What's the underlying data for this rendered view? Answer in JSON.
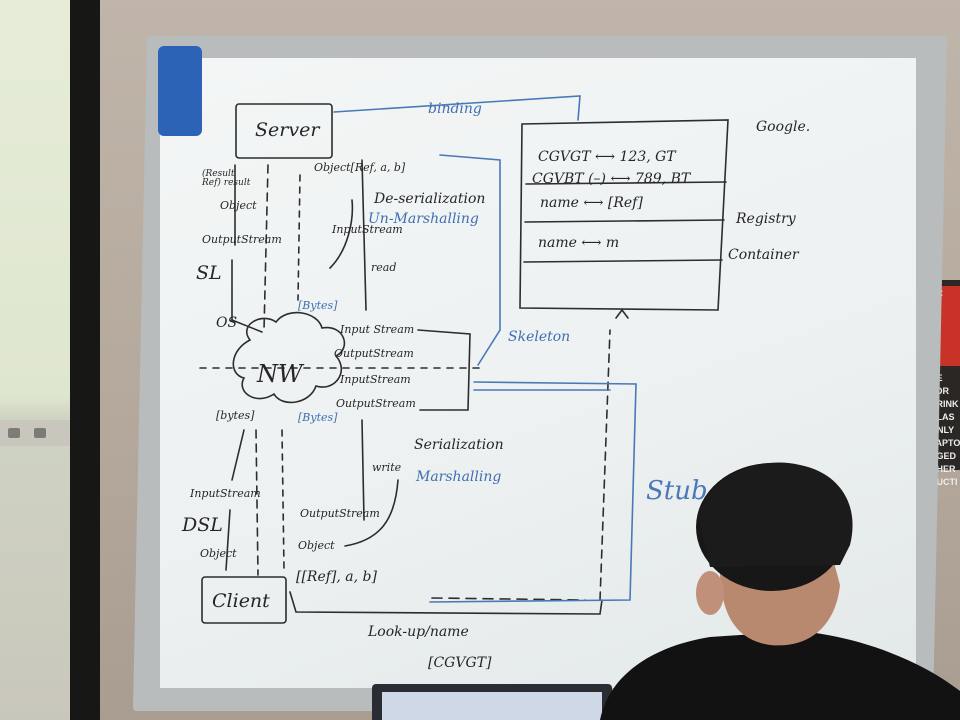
{
  "board": {
    "server": "Server",
    "client": "Client",
    "nw": "NW",
    "binding": "binding",
    "object_ref_top": "Object[Ref, a, b]",
    "deserialization": "De-serialization",
    "unmarshalling": "Un-Marshalling",
    "input_stream_top": "InputStream",
    "read": "read",
    "bytes_top": "[Bytes]",
    "left_top_note": "(Result Ref) result",
    "object_left_top": "Object",
    "output_stream_left": "OutputStream",
    "sl": "SL",
    "os": "OS",
    "streams": [
      "Input Stream",
      "OutputStream",
      "InputStream",
      "OutputStream"
    ],
    "skeleton": "Skeleton",
    "bytes_left": "[bytes]",
    "bytes_mid": "[Bytes]",
    "serialization": "Serialization",
    "marshalling": "Marshalling",
    "write": "write",
    "input_stream_bottom": "InputStream",
    "dsl": "DSL",
    "object_left_bottom": "Object",
    "output_stream_bottom": "OutputStream",
    "object_bottom": "Object",
    "ref_ab": "[[Ref], a, b]",
    "stub": "Stub",
    "lookup": "Look-up/name",
    "cgvgt": "[CGVGT]",
    "registry": {
      "rows": [
        "CGVGT ⟷ 123, GT",
        "CGVBT (–) ⟷ 789, BT",
        "name ⟷ [Ref]",
        "name ⟷ m"
      ],
      "google": "Google.",
      "registry_label": "Registry",
      "container_label": "Container"
    }
  },
  "sign": {
    "red_text": "IC",
    "lines": [
      "NE FOR",
      "DRINK",
      "CLAS",
      "ONLY",
      "LAPTO",
      "AGED",
      "CHER",
      "RUCTI"
    ]
  },
  "colors": {
    "ink": "#262626",
    "blue_ink": "#3f6fb1",
    "eraser": "#2c63b6",
    "sign_red": "#c93228"
  }
}
